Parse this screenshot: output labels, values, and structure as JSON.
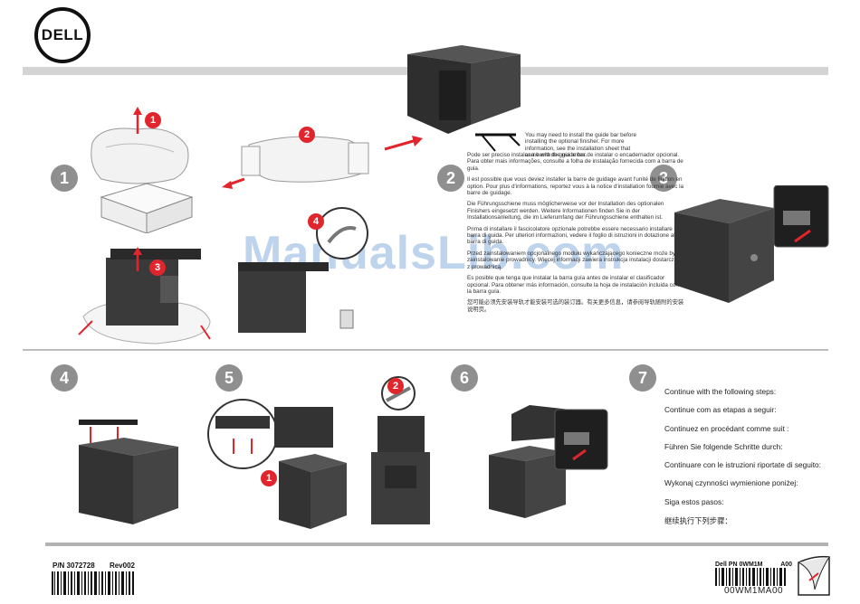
{
  "brand": {
    "logo_text": "DELL"
  },
  "steps": {
    "s1": "1",
    "s2": "2",
    "s3": "3",
    "s4": "4",
    "s5": "5",
    "s6": "6",
    "s7": "7"
  },
  "sub_steps": {
    "a": "1",
    "b": "2",
    "c": "3",
    "d": "4",
    "e": "1",
    "f": "2"
  },
  "guide_bar_text": "You may need to install the guide bar before installing the optional finisher. For more information, see the installation sheet that came with the guide bar.",
  "notes": [
    "Pode ser preciso instalar a barra de guia antes de instalar o encadernador opcional. Para obter mais informações, consulte a folha de instalação fornecida com a barra de guia.",
    "Il est possible que vous deviez installer la barre de guidage avant l'unité de finition en option. Pour plus d'informations, reportez vous à la notice d'installation fournie avec la barre de guidage.",
    "Die Führungsschiene muss möglicherweise vor der Installation des optionalen Finishers eingesetzt werden. Weitere Informationen finden Sie in der Installationsanleitung, die im Lieferumfang der Führungsschiene enthalten ist.",
    "Prima di installare il fascicolatore opzionale potrebbe essere necessario installare la barra di guida. Per ulteriori informazioni, vedere il foglio di istruzioni in dotazione alla barra di guida.",
    "Przed zainstalowaniem opcjonalnego modułu wykańczającego konieczne może być zainstalowanie prowadnicy. Więcej informacji zawiera instrukcja instalacji dostarczona z prowadnicą.",
    "Es posible que tenga que instalar la barra guía antes de instalar el clasificador opcional. Para obtener más información, consulte la hoja de instalación incluida con la barra guía.",
    "您可能必须先安装导轨才能安装可选的装订器。有关更多信息，请参阅导轨随附的安装说明页。"
  ],
  "continue_steps": [
    "Continue with the following steps:",
    "Continue com as etapas a seguir:",
    "Continuez en procédant comme suit :",
    "Führen Sie folgende Schritte durch:",
    "Continuare con le istruzioni riportate di seguito:",
    "Wykonaj czynności wymienione poniżej:",
    "Siga estos pasos:",
    "继续执行下列步骤："
  ],
  "watermark": "ManualsLib.com",
  "footer": {
    "pn_label": "P/N 3072728",
    "rev": "Rev002",
    "dell_pn": "Dell PN 0WM1M",
    "a00": "A00",
    "code": "00WM1MA00"
  },
  "colors": {
    "accent_red": "#e0262c",
    "badge_gray": "#8f8f8f",
    "printer_dark": "#3a3a3a"
  }
}
